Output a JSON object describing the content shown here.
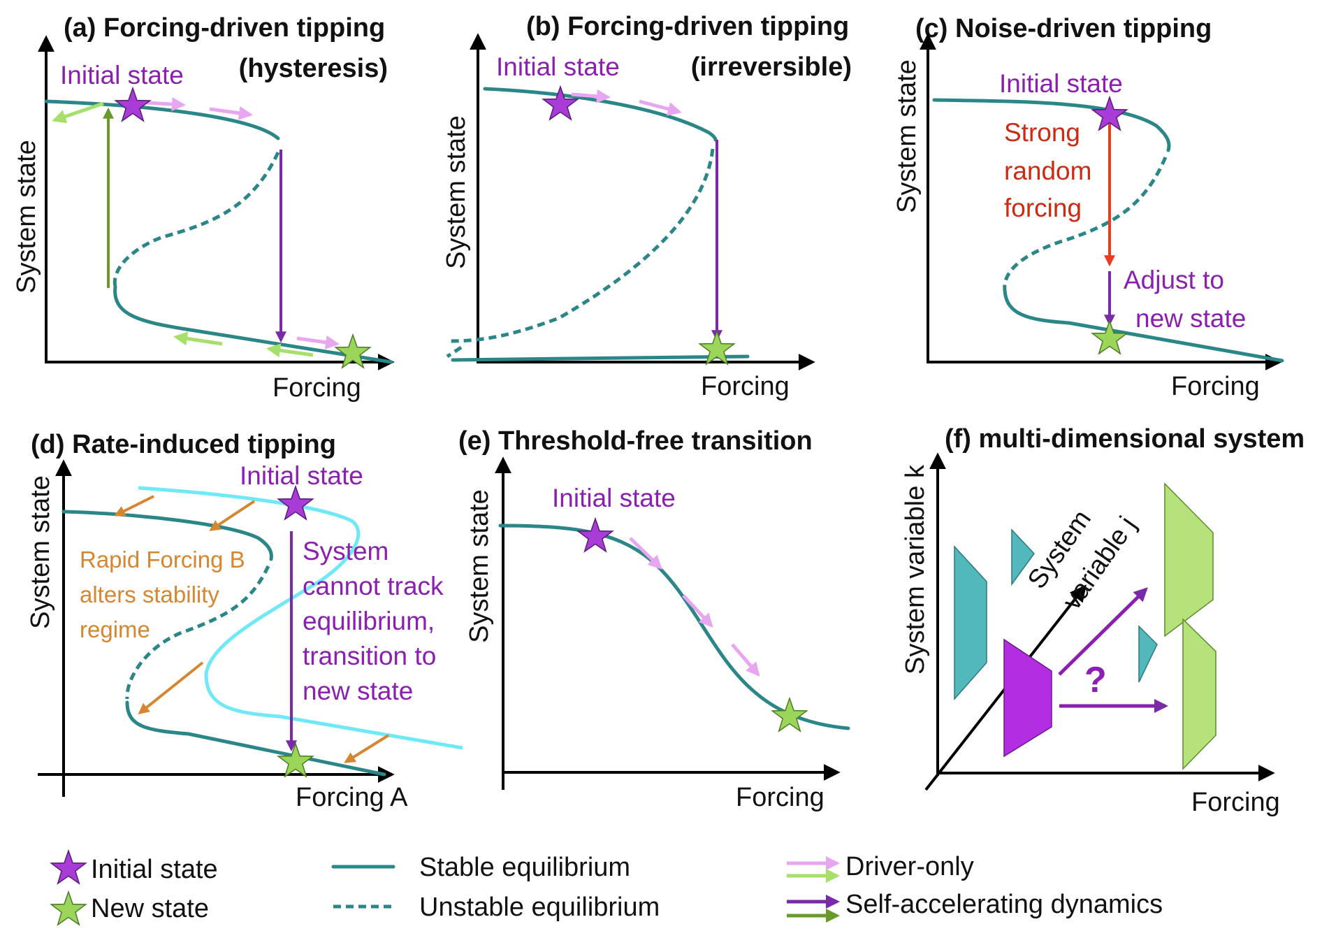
{
  "panels": {
    "a": {
      "title": "(a) Forcing-driven tipping",
      "subtitle": "(hysteresis)",
      "ylabel": "System state",
      "xlabel": "Forcing",
      "initial_label": "Initial state"
    },
    "b": {
      "title": "(b) Forcing-driven tipping",
      "subtitle": "(irreversible)",
      "ylabel": "System state",
      "xlabel": "Forcing",
      "initial_label": "Initial state"
    },
    "c": {
      "title": "(c) Noise-driven tipping",
      "ylabel": "System state",
      "xlabel": "Forcing",
      "initial_label": "Initial state",
      "strong_random_forcing": [
        "Strong",
        "random",
        "forcing"
      ],
      "adjust": [
        "Adjust to",
        "new state"
      ]
    },
    "d": {
      "title": "(d) Rate-induced tipping",
      "ylabel": "System state",
      "xlabel": "Forcing A",
      "initial_label": "Initial state",
      "rapid_forcing": [
        "Rapid Forcing B",
        "alters stability",
        "regime"
      ],
      "cannot_track": [
        "System",
        "cannot track",
        "equilibrium,",
        "transition to",
        "new state"
      ]
    },
    "e": {
      "title": "(e) Threshold-free transition",
      "ylabel": "System state",
      "xlabel": "Forcing",
      "initial_label": "Initial state"
    },
    "f": {
      "title": "(f) multi-dimensional system",
      "ylabel": "System variable k",
      "xlabel": "Forcing",
      "zlabel": [
        "System",
        "variable j"
      ],
      "question": "?"
    }
  },
  "legend": {
    "initial_state": "Initial state",
    "new_state": "New state",
    "stable": "Stable equilibrium",
    "unstable": "Unstable equilibrium",
    "driver_only": "Driver-only",
    "self_accelerating": "Self-accelerating dynamics"
  },
  "colors": {
    "stable_equilibrium": "#2b8787",
    "initial_star": "#a93bd6",
    "new_star": "#9bd65a",
    "driver_pink": "#e8a6f0",
    "driver_green": "#a6e06a",
    "self_purple": "#7a2aa6",
    "self_green": "#6a9a2c",
    "noise_red": "#e83a24",
    "rate_orange": "#d6862f",
    "cyan_curve": "#6fe9f5",
    "block_teal": "#52b8bc",
    "block_green": "#b5e27a",
    "block_purple": "#b22ee0"
  },
  "icons": [
    "initial-state-star-icon",
    "new-state-star-icon",
    "driver-arrow-icon",
    "self-accelerating-arrow-icon"
  ]
}
